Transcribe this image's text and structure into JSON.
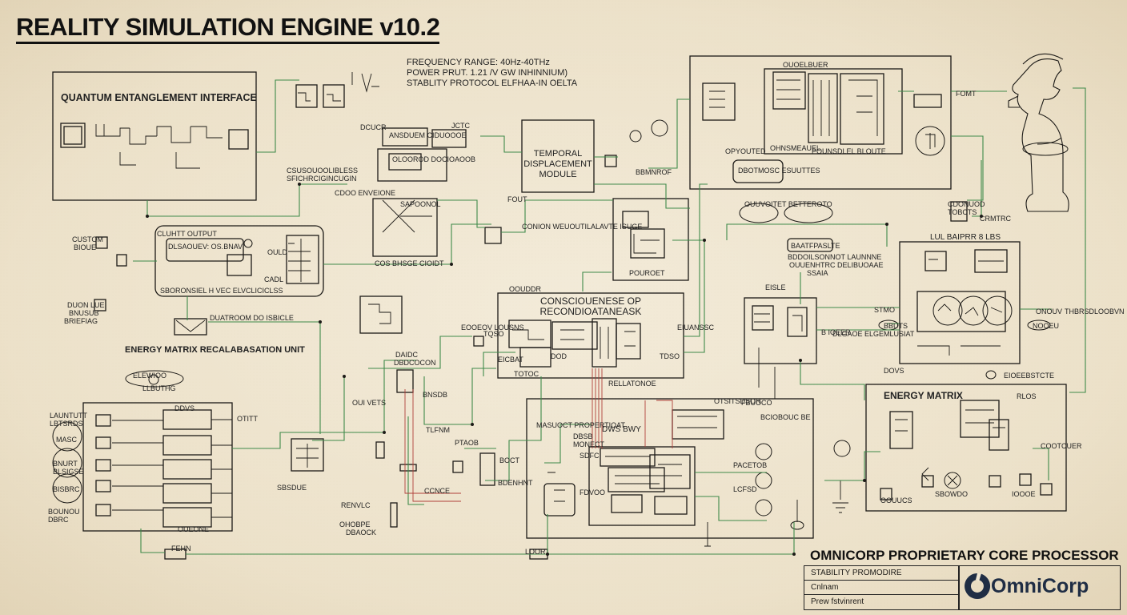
{
  "title": "REALITY SIMULATION ENGINE v10.2",
  "specs": {
    "frequency": "FREQUENCY RANGE: 40Hz-40THz",
    "power": "POWER PRUT. 1.21 /V GW INHINNIUM)",
    "stability": "STABLITY PROTOCOL ELFHAA-IN OELTA"
  },
  "modules": {
    "quantum": "QUANTUM ENTANGLEMENT INTERFACE",
    "temporal": [
      "TEMPORAL",
      "DISPLACEMENT",
      "MODULE"
    ],
    "consciousness": [
      "CONSCIOUENESE OP",
      "RECONDIOATANEASK"
    ],
    "energy_recal": "ENERGY MATRIX RECALABASATION UNIT",
    "energy_matrix": "ENERGY MATRIX",
    "omnicorp_proc": "OMNICORP PROPRIETARY CORE PROCESSOR"
  },
  "labels": {
    "csuso": "CSUSOUOOLIBLESS",
    "sfich": "SFICHRCIGINCUGIN",
    "cdoo": "CDOO ENVEIONE",
    "cos": "COS BHSGE CIOIDT",
    "conion": "CONION WEUOUTILALAVTE ISUGE",
    "custom": "CUSTOM",
    "bioue": "BIOUE",
    "duon": "DUON LUE",
    "bnusub": "BNUSUB",
    "briefiag": "BRIEFIAG",
    "sbor": "SBORONSIEL H VEC ELVCLICICLSS",
    "dlsaou": "DLSAOUEV: OS.BNAV",
    "cluhtt": "CLUHTT OUTPUT",
    "duatreom": "DUATROOM DO ISBICLE",
    "ansduem": "ANSDUEM CIDUOOOE",
    "oloorod": "OLOOROD DOCIOAOOB",
    "cadl": "CADL",
    "ould": "OULD",
    "ouvets": "OUI VETS",
    "daidc": "DAIDC",
    "dbdcocon": "DBDCOCON",
    "bnsdb": "BNSDB",
    "eooeov": "EOOEOV LOUSNS",
    "elewioo": "ELEWIOO",
    "llbuthg": "LLBUTHG",
    "tusbutt": "LAUNTUTT",
    "lbtsrds": "LBTSRDS",
    "masc": "MASC",
    "bnurt": "BNURT",
    "blsigse": "BLSIGSE",
    "eisbrc": "BISBRC",
    "bounou": "BOUNOU",
    "dbrc": "DBRC",
    "ddvs": "DDVS",
    "otitt": "OTITT",
    "oueone": "OUEONE",
    "sbsdue": "SBSDUE",
    "masuoct": "MASUOCT PROPERTIOAT",
    "dws": "DWS BWY",
    "dbsb": "DBSB",
    "monect": "MONECT",
    "pacetob": "PACETOB",
    "tlfnm": "TLFNM",
    "boct": "BOCT",
    "bdenhnt": "BDENHNT",
    "renvlc": "RENVLC",
    "ohobpe": "OHOBPE",
    "dbaock": "DBAOCK",
    "ccnce": "CCNCE",
    "ptaob": "PTAOB",
    "fehn": "FEHN",
    "loor": "LOOR",
    "rellatonoe": "RELLATONOE",
    "pouroet": "POUROET",
    "oouddr": "OOUDDR",
    "lulbaipr": "LUL BAIPRR 8 LBS",
    "ouuenhtrc": "OUUENHTRC DELIBUOAAE",
    "ssaia": "SSAIA",
    "eisle": "EISLE",
    "stmo": "STMO",
    "onouv": "ONOUV",
    "bbuts": "BBUTS",
    "nooeu": "NOOEU",
    "bioeer": "B IOEER",
    "dovs": "DOVS",
    "eioeebstcte": "EIOEEBSTCTE",
    "rlos": "RLOS",
    "bciobouc": "BCIOBOUC BE",
    "otsitsdsor": "OTSITSDSOR",
    "cdonuod": "CDONUOD",
    "tobcts": "TOBCTS",
    "fomt": "FOMT",
    "dbotmosc": "DBOTMOSC ESUUTTES",
    "ouoelbuer": "OUOELBUER",
    "pounsdlel": "POUNSDLEL BLOUTE",
    "ohnsmeauel": "OHNSMEAUEL",
    "bddoilsonnot": "BDDOILSONNOT LAUNNNE",
    "baatfpaslte": "BAATFPASLTE",
    "opyouted": "OPYOUTED",
    "ouuvoitet": "OUUVOITET BETTEROTO",
    "bbmnrof": "BBMNROF",
    "eiuanssc": "EIUANSSC",
    "tdso": "TDSO",
    "thbrsdloobvn": "THBRSDLOOBVN",
    "dlgaoe": "DLGAOE ELGEMLUSIAT",
    "fout": "FOUT",
    "sapoonol": "SAPOONOL",
    "jctc": "JCTC",
    "dcucr": "DCUCR",
    "tqso": "TQSO",
    "eicbat": "EICBAT",
    "totoc": "TOTOC",
    "dod": "DOD",
    "lcfsd": "LCFSD",
    "sbowdo": "SBOWDO",
    "ioooe": "IOOOE",
    "oouucs": "OOUUCS",
    "fbuoco": "FBUOCO",
    "crmtrc": "CRMTRC",
    "sdfc": "SDFC",
    "fdvoo": "FDVOO",
    "cootcuer": "COOTCUER"
  },
  "titleblock": {
    "row1": "STABILITY PROMODIRE",
    "row2": "Cnlnam",
    "row3": "Prew fstvinrent"
  },
  "brand": "OmniCorp",
  "colors": {
    "paper": "#efe6d2",
    "ink": "#1c1a17",
    "wire": "#3f8a4a",
    "red_wire": "#b0403a",
    "logo": "#1f2d44"
  }
}
